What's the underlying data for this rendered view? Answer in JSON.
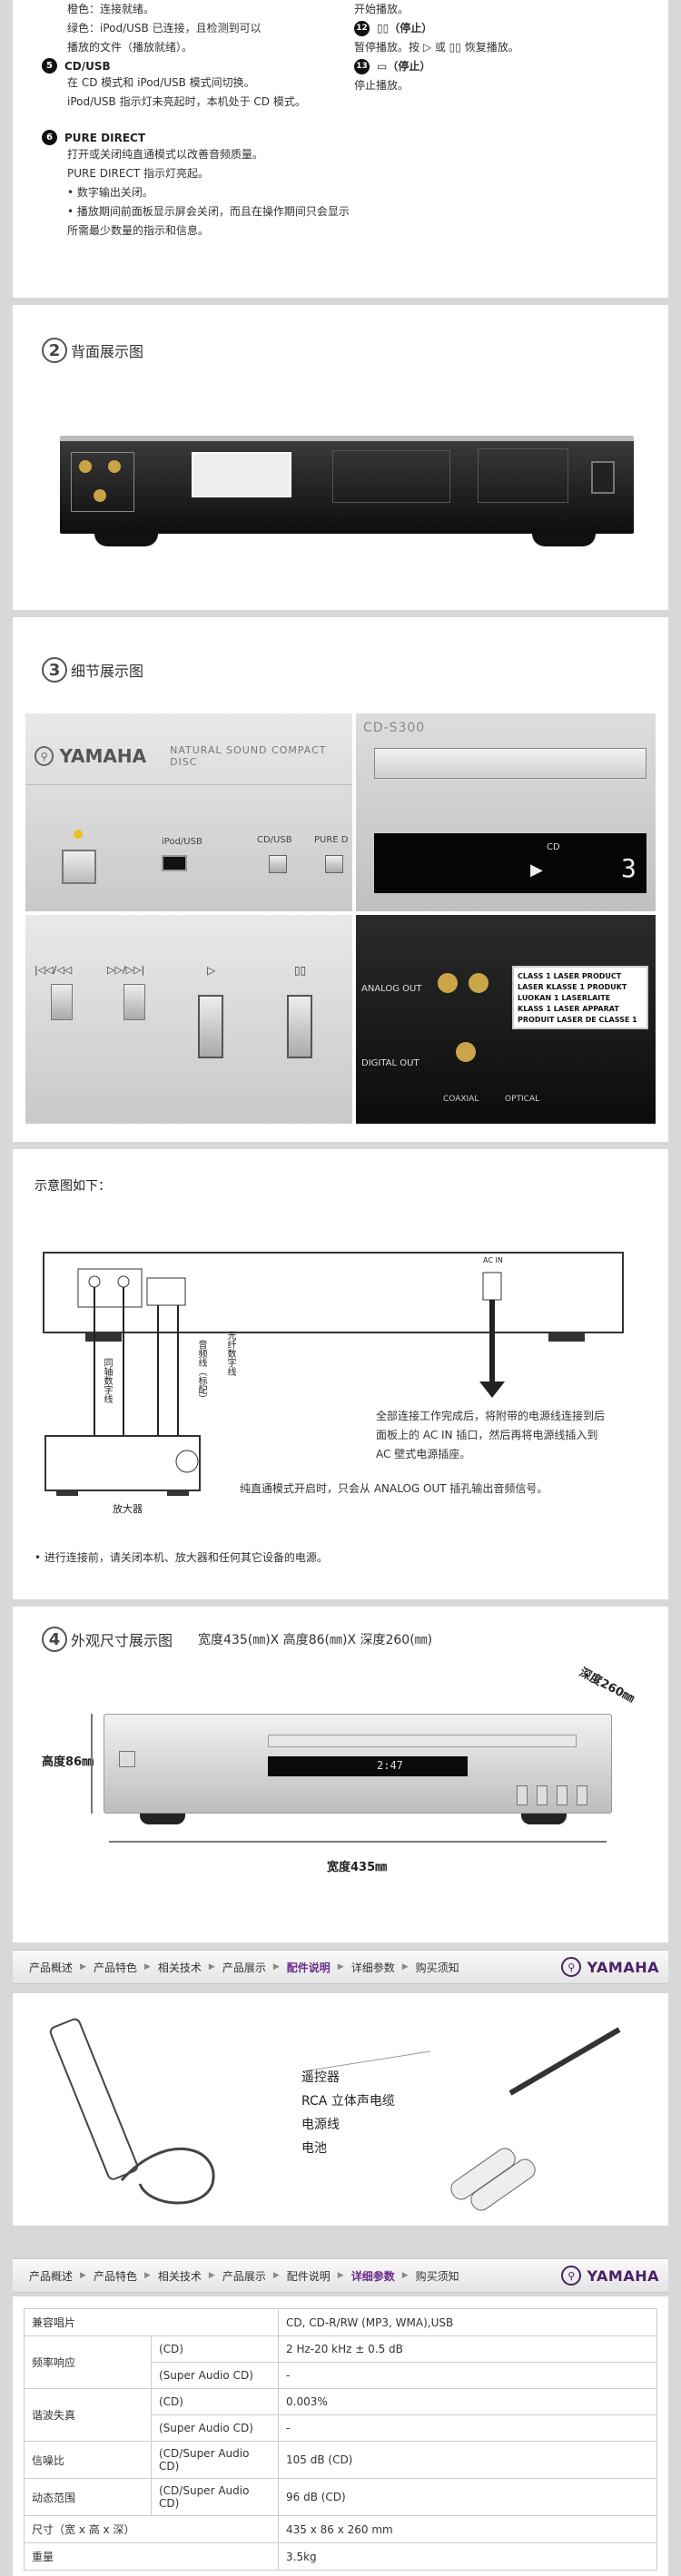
{
  "intro": {
    "left_lines": [
      "橙色：连接就绪。",
      "绿色：iPod/USB 已连接，且检测到可以",
      "播放的文件（播放就绪）。"
    ],
    "item5": {
      "num": "5",
      "title": "CD/USB",
      "lines": [
        "在 CD 模式和 iPod/USB 模式间切换。",
        "iPod/USB 指示灯未亮起时，本机处于 CD 模式。"
      ]
    },
    "item6": {
      "num": "6",
      "title": "PURE DIRECT",
      "lines": [
        "打开或关闭纯直通模式以改善音频质量。",
        "PURE DIRECT 指示灯亮起。",
        "• 数字输出关闭。",
        "• 播放期间前面板显示屏会关闭，而且在操作期间只会显示",
        "所需最少数量的指示和信息。"
      ]
    },
    "right_top": "开始播放。",
    "item12": {
      "num": "12",
      "title": "▯▯（停止）",
      "line": "暂停播放。按 ▷ 或 ▯▯ 恢复播放。"
    },
    "item13": {
      "num": "13",
      "title": "▭（停止）",
      "line": "停止播放。"
    }
  },
  "sections": {
    "s2": {
      "num": "2",
      "title": "背面展示图"
    },
    "s3": {
      "num": "3",
      "title": "细节展示图"
    },
    "s4": {
      "num": "4",
      "title": "外观尺寸展示图",
      "dims": "宽度435(㎜)X 高度86(㎜)X 深度260(㎜)"
    }
  },
  "detail": {
    "logo": "YAMAHA",
    "tagline": "NATURAL SOUND COMPACT DISC",
    "model": "CD-S300",
    "ipod_usb": "iPod/USB",
    "cd_usb": "CD/USB",
    "pure": "PURE D",
    "disp_cd": "CD",
    "disp_num": "3",
    "btn1": "|◁◁/◁◁",
    "btn2": "▷▷/▷▷|",
    "btn3": "▷",
    "btn4": "▯▯",
    "analog_out": "ANALOG OUT",
    "digital_out": "DIGITAL OUT",
    "coaxial": "COAXIAL",
    "optical": "OPTICAL",
    "laser_lines": [
      "CLASS 1 LASER PRODUCT",
      "LASER KLASSE 1 PRODUKT",
      "LUOKAN 1 LASERLAITE",
      "KLASS 1 LASER APPARAT",
      "PRODUIT LASER DE CLASSE 1"
    ]
  },
  "diagram": {
    "title": "示意图如下：",
    "cable1": "音频线（标配）",
    "cable2": "同轴数字线",
    "cable3": "光纤数字线",
    "amp": "放大器",
    "ac": "AC IN",
    "note_lines": [
      "全部连接工作完成后，将附带的电源线连接到后",
      "面板上的 AC IN 插口，然后再将电源线插入到",
      "AC 壁式电源插座。"
    ],
    "pure_note": "纯直通模式开启时，只会从 ANALOG OUT 插孔输出音频信号。",
    "warning": "• 进行连接前，请关闭本机、放大器和任何其它设备的电源。"
  },
  "dimensions": {
    "depth": "深度260㎜",
    "height": "高度86㎜",
    "width": "宽度435㎜",
    "disp": "2:47"
  },
  "nav": {
    "items": [
      "产品概述",
      "产品特色",
      "相关技术",
      "产品展示",
      "配件说明",
      "详细参数",
      "购买须知"
    ],
    "active1": 4,
    "active2": 5,
    "brand": "YAMAHA"
  },
  "accessories": {
    "items": [
      "遥控器",
      "RCA 立体声电缆",
      "电源线",
      "电池"
    ]
  },
  "specs": {
    "rows": [
      {
        "label": "兼容唱片",
        "sub": "",
        "value": "CD, CD-R/RW (MP3, WMA),USB"
      },
      {
        "label": "频率响应",
        "sub": "(CD)",
        "value": "2 Hz-20 kHz ± 0.5 dB"
      },
      {
        "label": "",
        "sub": "(Super Audio CD)",
        "value": "-"
      },
      {
        "label": "谐波失真",
        "sub": "(CD)",
        "value": "0.003%"
      },
      {
        "label": "",
        "sub": "(Super Audio CD)",
        "value": "-"
      },
      {
        "label": "信噪比",
        "sub": "(CD/Super Audio CD)",
        "value": "105 dB (CD)"
      },
      {
        "label": "动态范围",
        "sub": "(CD/Super Audio CD)",
        "value": "96 dB (CD)"
      },
      {
        "label": "尺寸（宽 x 高 x 深）",
        "sub": "",
        "value": "435 x 86 x 260 mm"
      },
      {
        "label": "重量",
        "sub": "",
        "value": "3.5kg"
      }
    ]
  }
}
